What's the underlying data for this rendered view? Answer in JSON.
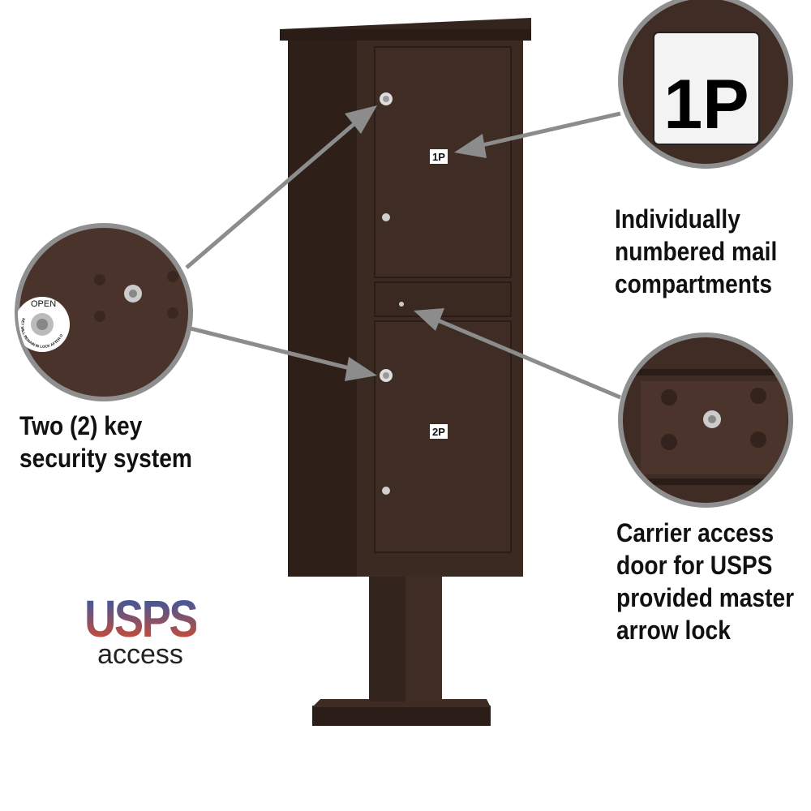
{
  "colors": {
    "bronze": "#3b2a22",
    "bronze_dark": "#2b1d17",
    "arrow": "#8c8c8c",
    "ring": "#8f8f8f"
  },
  "mailbox": {
    "door_labels": [
      "1P",
      "2P"
    ]
  },
  "callouts": {
    "top_right": {
      "badge": "1P",
      "lines": [
        "Individually",
        "numbered mail",
        "compartments"
      ]
    },
    "left": {
      "lines": [
        "Two (2) key",
        "security system"
      ],
      "lock_label": "OPEN",
      "lock_notice": "KEY WILL REMAIN IN LOCK AFTER OPENING DOOR"
    },
    "bottom_right": {
      "lines": [
        "Carrier access",
        "door for USPS",
        "provided master",
        "arrow lock"
      ]
    }
  },
  "logo": {
    "brand": "USPS",
    "sub": "access"
  }
}
